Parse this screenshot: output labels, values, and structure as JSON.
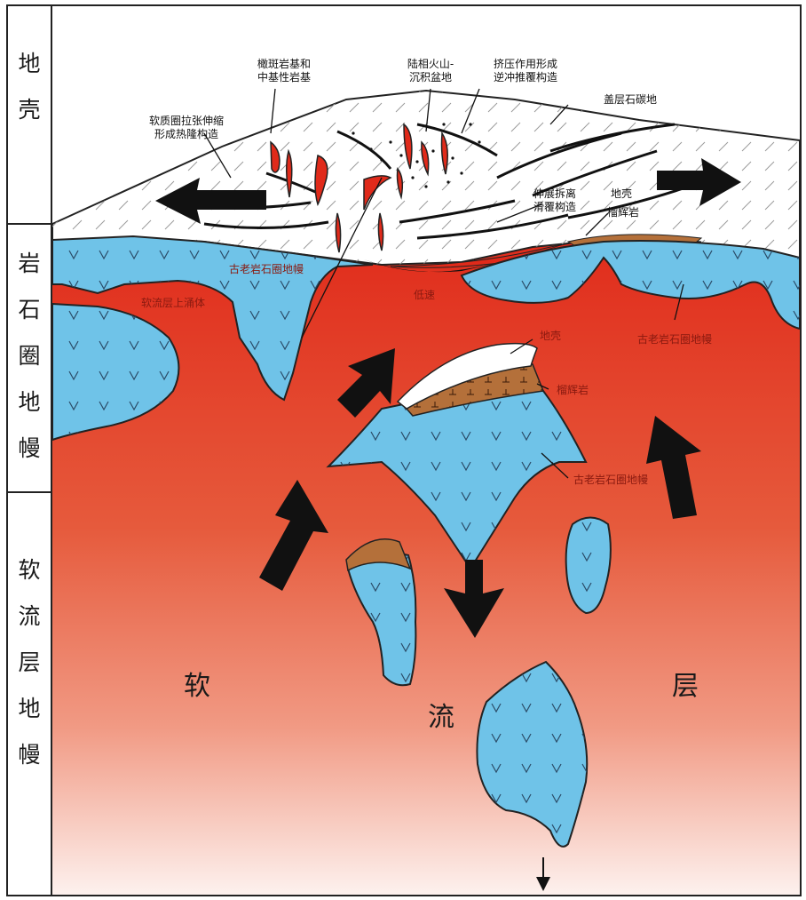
{
  "side_column": {
    "crust": "地壳",
    "lithospheric_mantle": "岩石圈地幔",
    "asthenospheric_mantle": "软流层地幔"
  },
  "labels": {
    "granitoid": "橄斑岩基和中基性岩基",
    "volcanic": "陆相火山-沉积盆地",
    "compressional": "挤压作用形成逆冲推覆构造",
    "overlying_strata": "盖层石碳地",
    "soft_dome": "软质圈拉张伸缩形成热隆构造",
    "extension_detachment": "伸展拆离滑覆构造",
    "crust_small": "地壳",
    "metamorphic": "榴辉岩",
    "old_lithosphere_1": "古老岩石圈地幔",
    "asthenosphere_upwelling": "软流层上涌体",
    "low_velocity": "低速",
    "crust_block": "地壳",
    "eclogite": "榴辉岩",
    "old_lithosphere_2": "古老岩石圈地幔",
    "old_lithosphere_3": "古老岩石圈地幔",
    "big_soft": "软",
    "big_flow": "流",
    "big_layer": "层"
  },
  "colors": {
    "mantle_red": "#e02a1a",
    "mantle_fade": "#fde8e2",
    "lithosphere_blue": "#6fc3e8",
    "crust_white": "#ffffff",
    "eclogite_brown": "#b4703a",
    "arrow_black": "#111111",
    "label_red": "#8a1a10"
  }
}
